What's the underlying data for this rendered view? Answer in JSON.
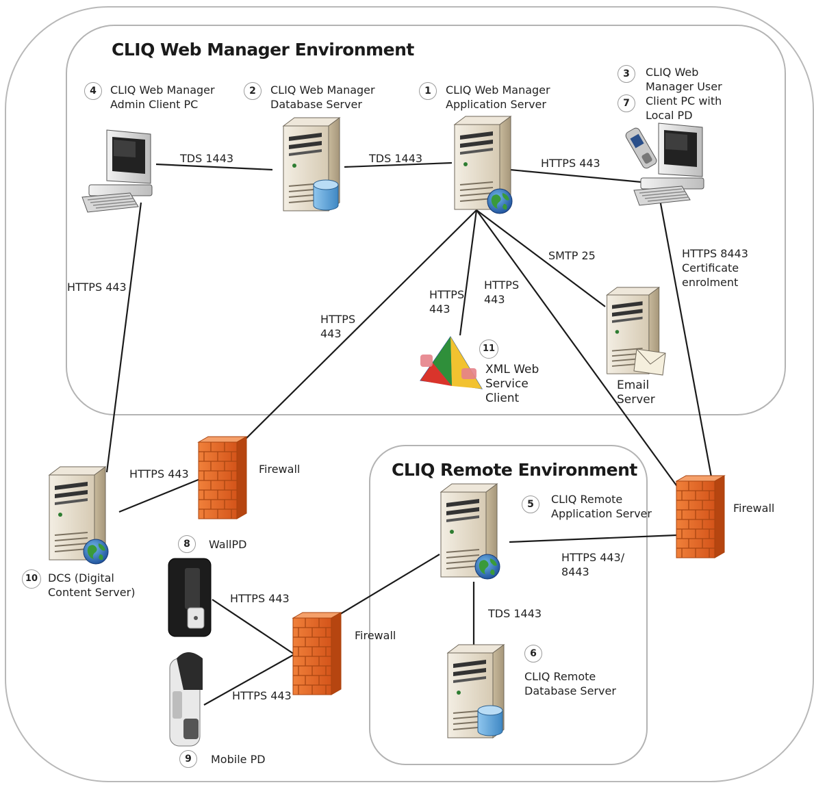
{
  "environments": {
    "web_manager": "CLIQ Web Manager Environment",
    "remote": "CLIQ Remote Environment"
  },
  "nodes": {
    "admin_pc": {
      "num": "4",
      "label": "CLIQ Web Manager\nAdmin Client PC"
    },
    "db_server": {
      "num": "2",
      "label": "CLIQ Web Manager\nDatabase Server"
    },
    "app_server": {
      "num": "1",
      "label": "CLIQ Web Manager\nApplication Server"
    },
    "user_pc": {
      "num1": "3",
      "num2": "7",
      "label": "CLIQ Web\nManager User\nClient PC with\nLocal PD"
    },
    "email": {
      "label": "Email\nServer"
    },
    "xml_client": {
      "num": "11",
      "label": "XML Web\nService\nClient"
    },
    "dcs": {
      "num": "10",
      "label": "DCS (Digital\nContent Server)"
    },
    "wallpd": {
      "num": "8",
      "label": "WallPD"
    },
    "mobilepd": {
      "num": "9",
      "label": "Mobile PD"
    },
    "remote_app": {
      "num": "5",
      "label": "CLIQ Remote\nApplication Server"
    },
    "remote_db": {
      "num": "6",
      "label": "CLIQ Remote\nDatabase Server"
    },
    "fw_left": {
      "label": "Firewall"
    },
    "fw_right": {
      "label": "Firewall"
    },
    "fw_bottom": {
      "label": "Firewall"
    }
  },
  "connections": {
    "admin_db": "TDS 1443",
    "db_app": "TDS 1443",
    "app_user": "HTTPS 443",
    "admin_dcs": "HTTPS 443",
    "app_smtp": "SMTP 25",
    "user_fw": "HTTPS 8443\nCertificate\nenrolment",
    "app_xml": "HTTPS\n443",
    "app_fw_right": "HTTPS\n443",
    "app_fw_left": "HTTPS\n443",
    "dcs_fw": "HTTPS 443",
    "remote_fw_right": "HTTPS 443/\n8443",
    "remote_db": "TDS 1443",
    "wallpd_fw": "HTTPS 443",
    "mobilepd_fw": "HTTPS 443"
  },
  "colors": {
    "firewall": "#e8641e",
    "server_body": "#ddd4c3",
    "environment_border": "#b5b5b5",
    "line": "#1a1a1a"
  }
}
